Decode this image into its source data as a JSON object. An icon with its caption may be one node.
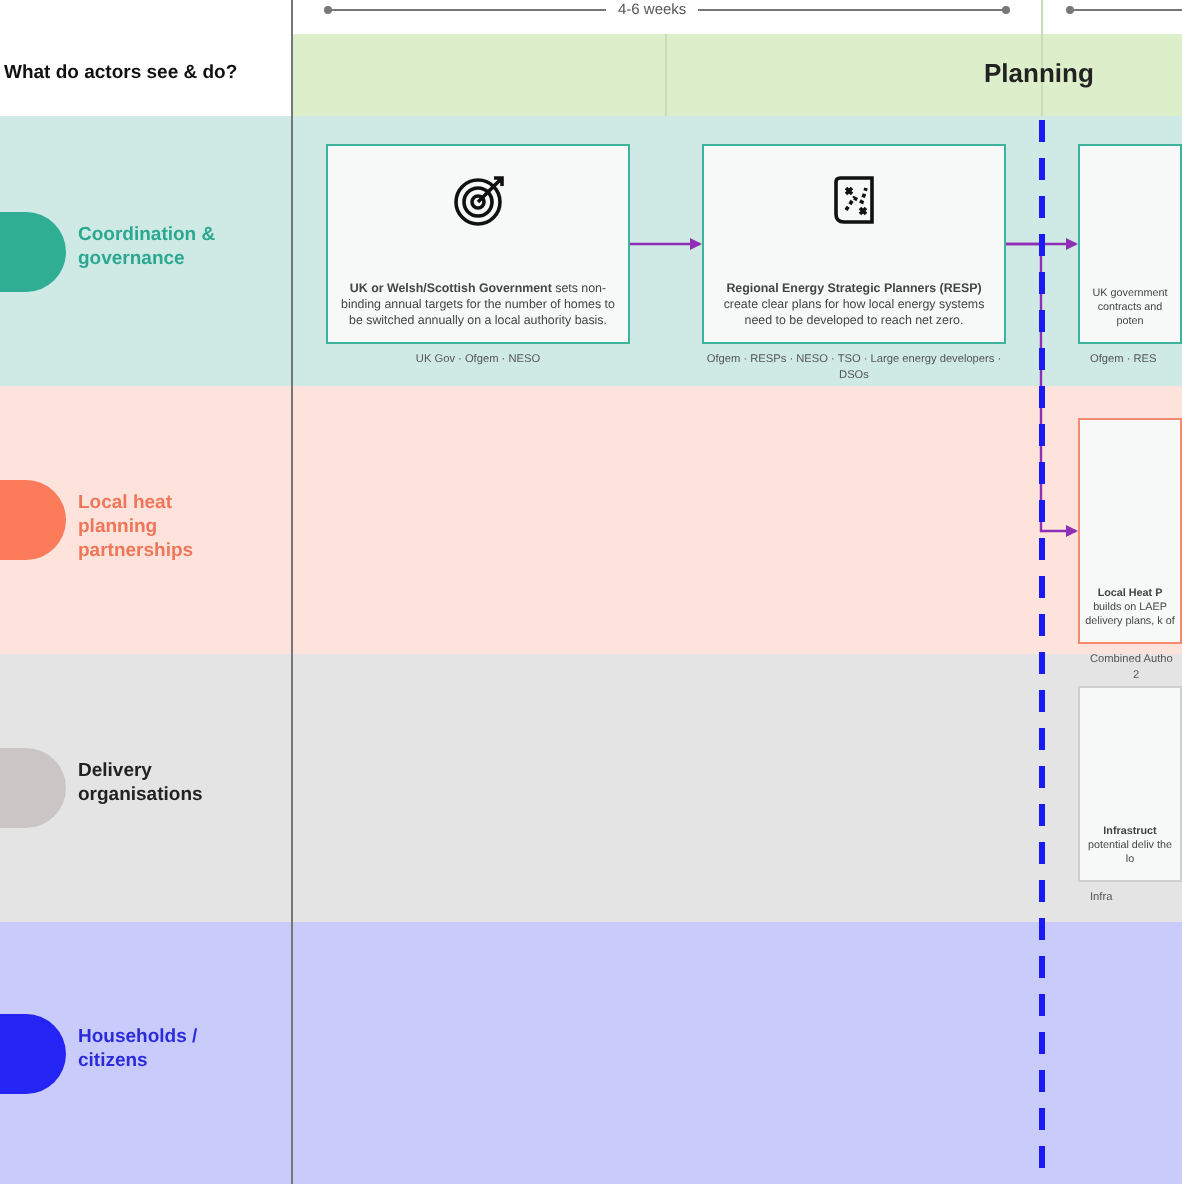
{
  "diagram": {
    "nodes": [
      {
        "text": [
          "Coordination & governance"
        ]
      },
      {
        "text": [
          "**UK or Welsh/Scottish Government** sets non-binding annual targets for the number of homes to be switched annually on a local authority basis."
        ],
        "beside": [
          "UK Gov · Ofgem · NESO"
        ],
        "in": 0
      },
      {
        "text": [
          "**Regional Energy Strategic Planners (RESP)** create clear plans for how local energy systems need to be developed to reach net zero."
        ],
        "beside": [
          "Ofgem · RESPs · NESO · TSO · Large energy developers · DSOs"
        ],
        "in": 0
      },
      {
        "text": [
          "UK government contracts and poten"
        ],
        "beside": [
          "Ofgem · RES"
        ],
        "in": 0
      },
      {
        "text": [
          "Local heat planning partnerships"
        ]
      },
      {
        "text": [
          "**Local Heat P** builds on LAEP delivery plans, k of"
        ],
        "beside": [
          "Combined Autho",
          "2"
        ],
        "in": 4
      },
      {
        "text": [
          "Delivery organisations"
        ]
      },
      {
        "text": [
          "**Infrastruct** potential deliv the lo"
        ],
        "beside": [
          "Infra"
        ],
        "in": 6
      },
      {
        "text": [
          "Households / citizens"
        ]
      },
      {
        "text": [
          "Planning"
        ]
      }
    ],
    "edges": [
      {
        "from": 1,
        "to": 2,
        "arrow": "to"
      },
      {
        "from": 2,
        "to": 3,
        "arrow": "to"
      },
      {
        "from": 2,
        "to": 5,
        "arrow": "to"
      }
    ],
    "labels": [
      "4-6 weeks",
      "What do actors see & do?"
    ]
  }
}
